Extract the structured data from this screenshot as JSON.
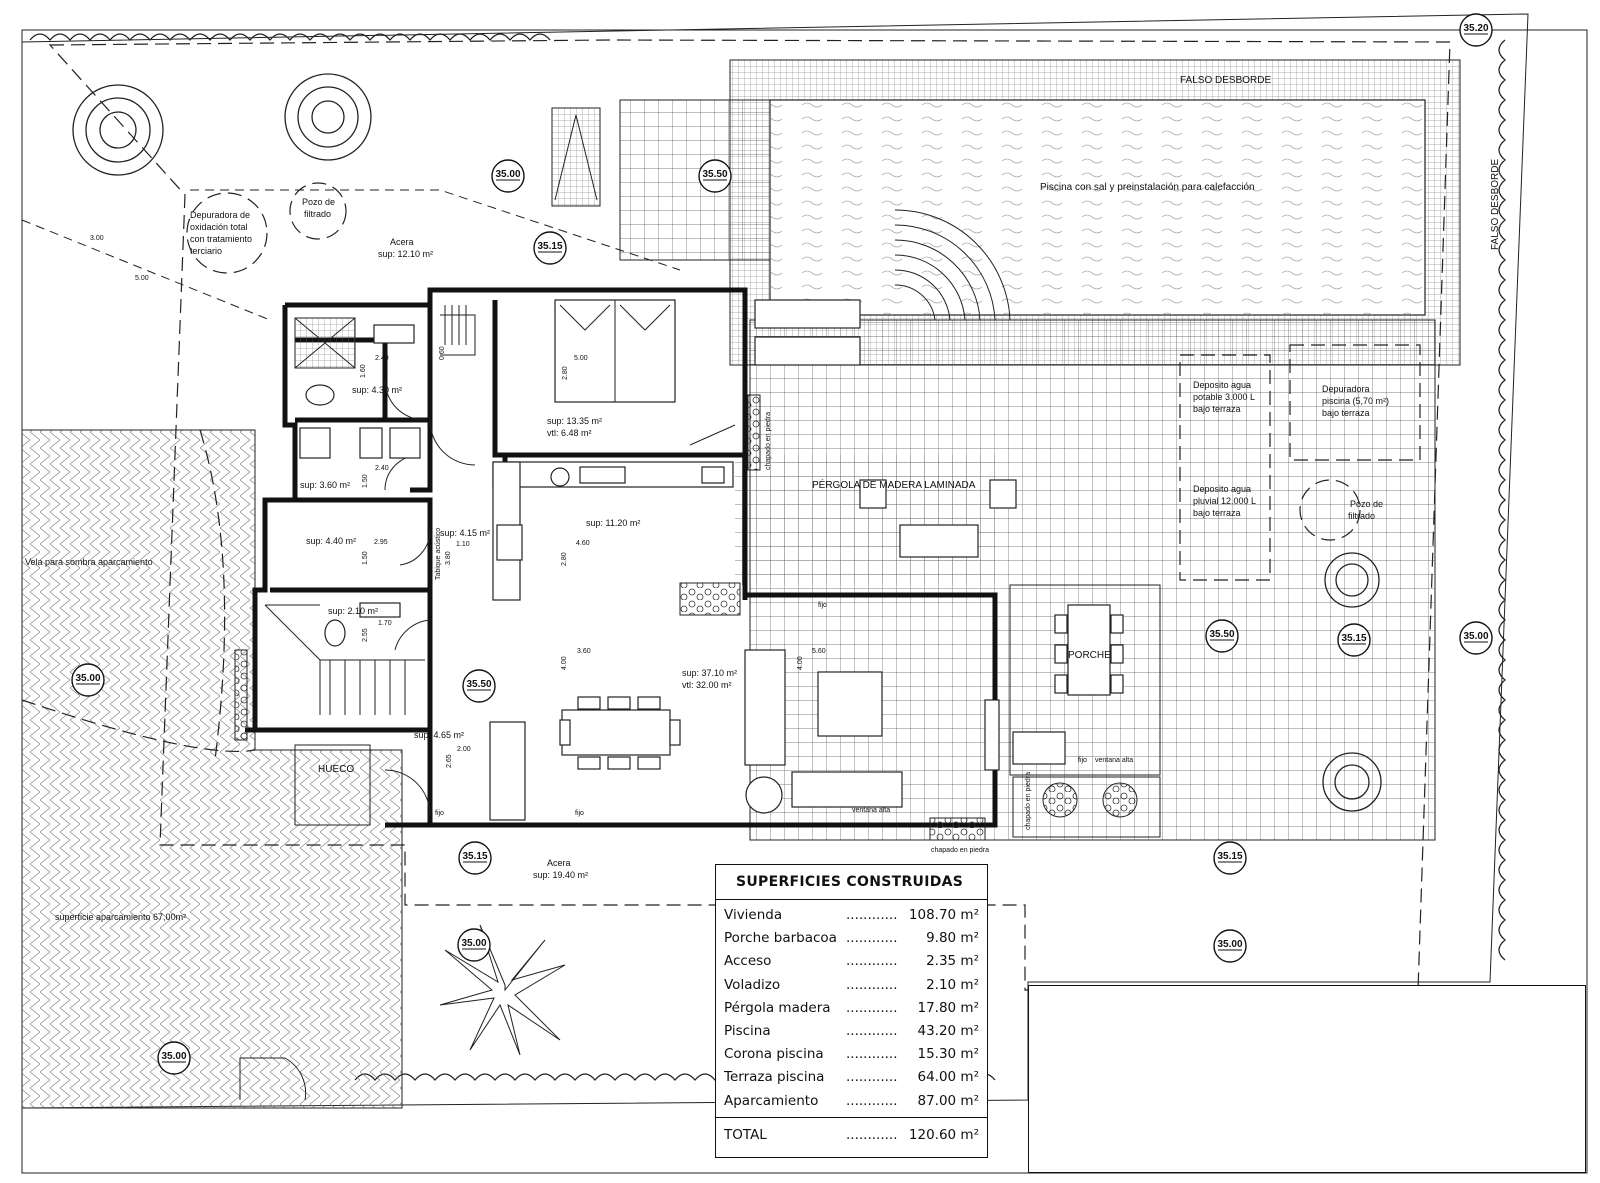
{
  "labels": {
    "falso_desborde_top": "FALSO DESBORDE",
    "falso_desborde_side": "FALSO DESBORDE",
    "piscina": "Piscina con sal y preinstalación para calefacción",
    "pozo_filtrado_1": [
      "Pozo de",
      "filtrado"
    ],
    "pozo_filtrado_2": [
      "Pozo de",
      "filtrado"
    ],
    "depuradora_oxidacion": [
      "Depuradora de",
      "oxidación total",
      "con tratamiento",
      "terciario"
    ],
    "dist_3": "3.00",
    "dist_5": "5.00",
    "acera_top": "Acera",
    "acera_top_sup": "sup: 12.10 m²",
    "acera_bottom": "Acera",
    "acera_bottom_sup": "sup: 19.40 m²",
    "deposito_potable": [
      "Deposito agua",
      "potable 3.000 L",
      "bajo terraza"
    ],
    "deposito_pluvial": [
      "Deposito agua",
      "pluvial 12.000 L",
      "bajo terraza"
    ],
    "depuradora_piscina": [
      "Depuradora",
      "piscina (5,70 m²)",
      "bajo terraza"
    ],
    "pergola": "PÉRGOLA DE MADERA LAMINADA",
    "porche": "PORCHE",
    "vela": "Vela para sombra aparcamiento",
    "superficie_aparcamiento": "superficie aparcamiento 67,00m²",
    "hueco": "HUECO",
    "chapado_piedra_1": "chapado en piedra",
    "chapado_piedra_2": "chapado en piedra",
    "chapado_piedra_3": "chapado en piedra",
    "ventana_alta_1": "ventana alta",
    "ventana_alta_2": "ventana alta",
    "fijo": "fijo",
    "tabique": "Tabique acústico"
  },
  "rooms": {
    "bano1": "sup: 4.30 m²",
    "lavadero": "sup: 3.60 m²",
    "dormitorio_sup": "sup: 13.35 m²",
    "dormitorio_vtl": "vtl: 6.48 m²",
    "cocina": "sup: 11.20 m²",
    "hab_4_40": "sup: 4.40 m²",
    "pasillo": "sup: 4.15 m²",
    "bano2": "sup: 2.10 m²",
    "salon_sup": "sup: 37.10 m²",
    "salon_vtl": "vtl: 32.00 m²",
    "entrada": "sup: 4.65 m²"
  },
  "dims": {
    "d240a": "2.40",
    "d160": "1.60",
    "d060": "0.60",
    "d280a": "2.80",
    "d500": "5.00",
    "d240b": "2.40",
    "d150a": "1.50",
    "d295": "2.95",
    "d110": "1.10",
    "d380": "3.80",
    "d150b": "1.50",
    "d170": "1.70",
    "d255": "2.55",
    "d460": "4.60",
    "d280b": "2.80",
    "d360": "3.60",
    "d400a": "4.00",
    "d560": "5.60",
    "d400b": "4.00",
    "d200": "2.00",
    "d265": "2.65"
  },
  "levels": {
    "l1": "35.00",
    "l2": "35.50",
    "l3": "35.15",
    "l4": "35.20",
    "l5": "35.00",
    "l6": "35.50",
    "l7": "35.15",
    "l8": "35.50",
    "l9": "35.15",
    "l10": "35.00",
    "l11": "35.15",
    "l12": "35.00",
    "l13": "35.00",
    "l14": "35.15",
    "l15": "35.00"
  },
  "summary": {
    "title": "SUPERFICIES CONSTRUIDAS",
    "dots": "............",
    "rows": [
      {
        "name": "Vivienda",
        "value": "108.70 m²"
      },
      {
        "name": "Porche barbacoa",
        "value": "9.80 m²"
      },
      {
        "name": "Acceso",
        "value": "2.35 m²"
      },
      {
        "name": "Voladizo",
        "value": "2.10 m²"
      },
      {
        "name": "Pérgola madera",
        "value": "17.80 m²"
      },
      {
        "name": "Piscina",
        "value": "43.20 m²"
      },
      {
        "name": "Corona piscina",
        "value": "15.30 m²"
      },
      {
        "name": "Terraza piscina",
        "value": "64.00 m²"
      },
      {
        "name": "Aparcamiento",
        "value": "87.00 m²"
      }
    ],
    "total_name": "TOTAL",
    "total_value": "120.60 m²"
  }
}
